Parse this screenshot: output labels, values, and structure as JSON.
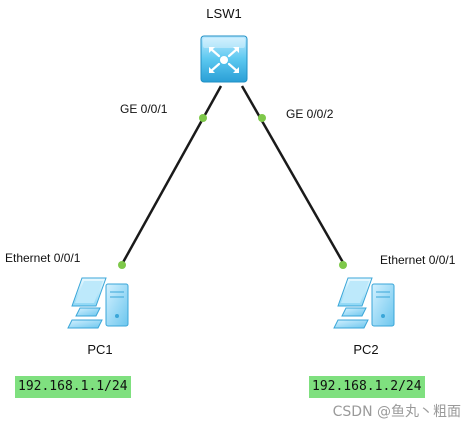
{
  "colors": {
    "link": "#1a1a1a",
    "port_dot": "#7ec84a",
    "ip_highlight": "#7fe07f",
    "switch_fill": "#5cc8f0",
    "pc_fill": "#8fd6f5"
  },
  "switch": {
    "name": "LSW1",
    "icon": "l3-switch-icon"
  },
  "pcs": [
    {
      "name": "PC1",
      "icon": "pc-icon",
      "port_label": "Ethernet 0/0/1",
      "switch_port_label": "GE 0/0/1",
      "ip": "192.168.1.1/24"
    },
    {
      "name": "PC2",
      "icon": "pc-icon",
      "port_label": "Ethernet 0/0/1",
      "switch_port_label": "GE 0/0/2",
      "ip": "192.168.1.2/24"
    }
  ],
  "watermark": "CSDN @鱼丸丶粗面"
}
